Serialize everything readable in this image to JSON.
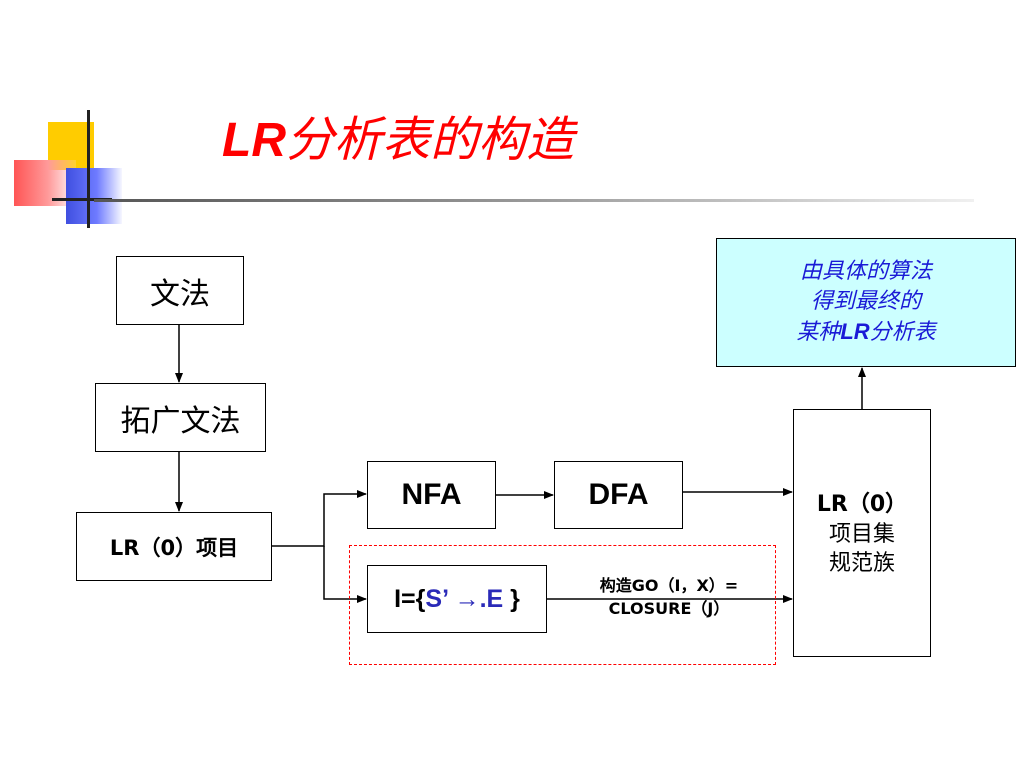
{
  "slide": {
    "title_latin": "LR",
    "title_cjk": "分析表的构造"
  },
  "nodes": {
    "grammar": "文法",
    "augmented_grammar": "拓广文法",
    "lr0_items": "LR（0）项目",
    "nfa": "NFA",
    "dfa": "DFA",
    "initial_item": {
      "prefix": "I={",
      "body": "S’ →.E",
      "suffix": " }"
    },
    "goto_closure": {
      "line1": "构造GO（I，X）=",
      "line2": "CLOSURE（J）"
    },
    "item_set_family": {
      "line1": "LR（0）",
      "line2": "项目集",
      "line3": "规范族"
    },
    "result_note": {
      "line1": "由具体的算法",
      "line2": "得到最终的",
      "line3_pre": "某种",
      "line3_lr": "LR",
      "line3_post": "分析表"
    }
  },
  "colors": {
    "title": "#ff0000",
    "note_background": "#ccffff",
    "note_text": "#1a1ad6",
    "dashed_border": "#ff0000",
    "highlight_blue": "#2a2ab8"
  }
}
